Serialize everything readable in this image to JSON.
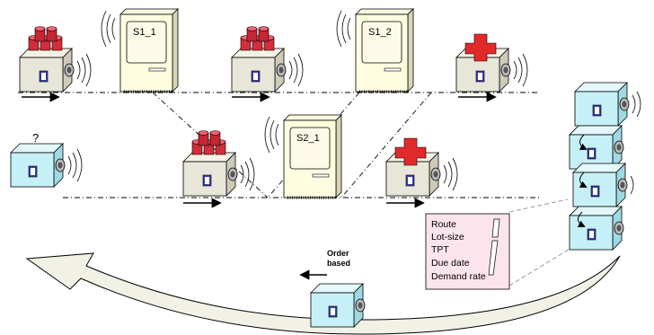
{
  "machines": [
    {
      "id": "s1-1",
      "label": "S1_1"
    },
    {
      "id": "s1-2",
      "label": "S1_2"
    },
    {
      "id": "s2-1",
      "label": "S2_1"
    }
  ],
  "unknown_carrier_mark": "?",
  "info_tag": {
    "items": [
      "Route",
      "Lot-size",
      "TPT",
      "Due date",
      "Demand rate"
    ]
  },
  "order_note": {
    "line1": "Order",
    "line2": "based"
  },
  "colors": {
    "tag_fill": "#fce4ec",
    "carrier_fill": "#c6f0f7",
    "workpiece_fill": "#e8e6d9",
    "machine_fill": "#fffde0",
    "red_part": "#d32f3a",
    "cross_part": "#e02a2a",
    "arc_fill": "#f2f1e6"
  }
}
